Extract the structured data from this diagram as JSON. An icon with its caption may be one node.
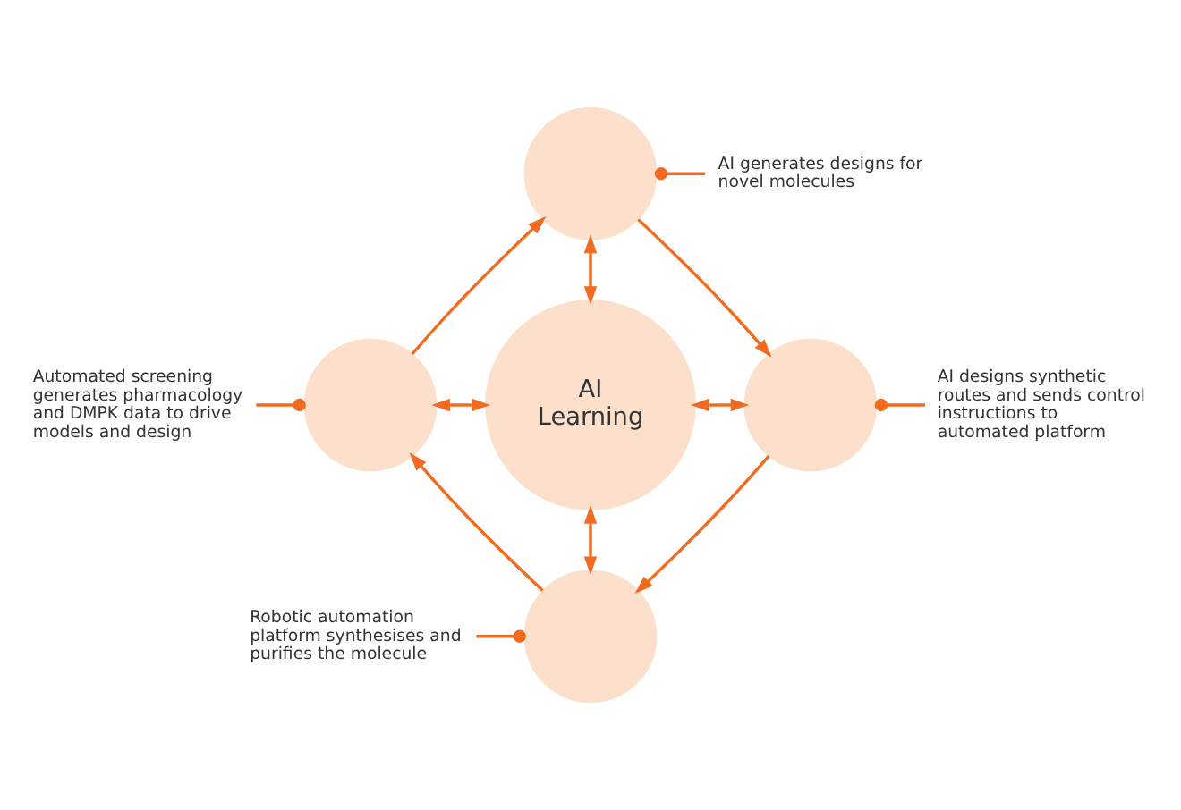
{
  "diagram": {
    "nodes": [
      {
        "text": [],
        "shape": "circle"
      },
      {
        "text": [
          "AI generates designs for novel molecules"
        ]
      },
      {
        "text": [
          "Automated screening generates pharmacology and DMPK data to drive models and design"
        ]
      },
      {
        "text": [],
        "shape": "circle"
      },
      {
        "text": [
          "AI Learning"
        ]
      },
      {
        "text": [],
        "shape": "circle"
      },
      {
        "text": [
          "AI designs synthetic routes and sends control instructions to automated platform"
        ]
      },
      {
        "text": [],
        "shape": "circle"
      },
      {
        "text": [
          "Robotic automation platform synthesises and purifies the molecule"
        ]
      }
    ],
    "edges": [
      {
        "from": 4,
        "to": 0,
        "arrow": "both"
      },
      {
        "from": 4,
        "to": 5,
        "arrow": "both"
      },
      {
        "from": 4,
        "to": 7,
        "arrow": "both"
      },
      {
        "from": 4,
        "to": 3,
        "arrow": "both"
      },
      {
        "from": 0,
        "to": 5,
        "arrow": "to"
      },
      {
        "from": 5,
        "to": 7,
        "arrow": "to"
      },
      {
        "from": 7,
        "to": 3,
        "arrow": "to"
      },
      {
        "from": 3,
        "to": 0,
        "arrow": "to"
      },
      {
        "from": 1,
        "to": 0,
        "arrow": "other"
      },
      {
        "from": 6,
        "to": 5,
        "arrow": "other"
      },
      {
        "from": 8,
        "to": 7,
        "arrow": "other"
      },
      {
        "from": 2,
        "to": 3,
        "arrow": "other"
      }
    ]
  }
}
